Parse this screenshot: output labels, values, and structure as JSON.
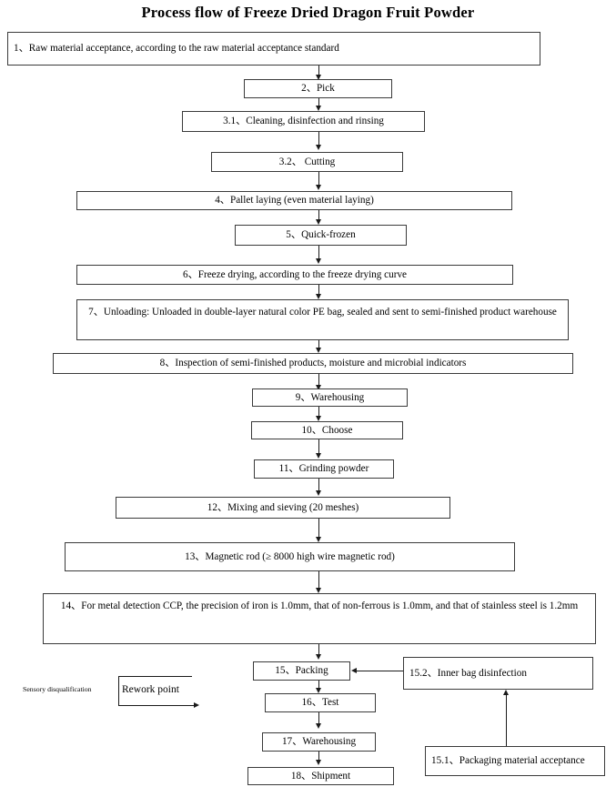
{
  "title": "Process flow of Freeze Dried Dragon Fruit Powder",
  "steps": [
    {
      "id": "step-1",
      "label": "1、Raw material acceptance, according to the raw material acceptance standard"
    },
    {
      "id": "step-2",
      "label": "2、Pick"
    },
    {
      "id": "step-3-1",
      "label": "3.1、Cleaning, disinfection and rinsing"
    },
    {
      "id": "step-3-2",
      "label": "3.2、 Cutting"
    },
    {
      "id": "step-4",
      "label": "4、Pallet laying (even material laying)"
    },
    {
      "id": "step-5",
      "label": "5、Quick-frozen"
    },
    {
      "id": "step-6",
      "label": "6、Freeze drying, according to the freeze drying curve"
    },
    {
      "id": "step-7",
      "label": "7、Unloading: Unloaded in double-layer natural color PE bag, sealed and sent to semi-finished product warehouse"
    },
    {
      "id": "step-8",
      "label": "8、Inspection of semi-finished products, moisture and microbial indicators"
    },
    {
      "id": "step-9",
      "label": "9、Warehousing"
    },
    {
      "id": "step-10",
      "label": "10、Choose"
    },
    {
      "id": "step-11",
      "label": "11、Grinding powder"
    },
    {
      "id": "step-12",
      "label": "12、Mixing and sieving (20 meshes)"
    },
    {
      "id": "step-13",
      "label": "13、Magnetic rod (≥ 8000 high wire magnetic rod)"
    },
    {
      "id": "step-14",
      "label": "14、For metal detection CCP, the precision of iron is 1.0mm, that of non-ferrous is 1.0mm, and that of stainless steel is 1.2mm"
    },
    {
      "id": "step-15",
      "label": "15、Packing"
    },
    {
      "id": "step-16",
      "label": "16、Test"
    },
    {
      "id": "step-17",
      "label": "17、Warehousing"
    },
    {
      "id": "step-18",
      "label": "18、Shipment"
    }
  ],
  "side_steps": [
    {
      "id": "step-15-2",
      "label": "15.2、Inner bag disinfection"
    },
    {
      "id": "step-15-1",
      "label": "15.1、Packaging material acceptance"
    }
  ],
  "legend": {
    "sensory_disqualification": "Sensory disqualification",
    "rework_point": "Rework point"
  },
  "chart_data": {
    "type": "diagram",
    "diagram_kind": "process-flowchart",
    "title": "Process flow of Freeze Dried Dragon Fruit Powder",
    "orientation": "top-to-bottom",
    "nodes": [
      "1、Raw material acceptance, according to the raw material acceptance standard",
      "2、Pick",
      "3.1、Cleaning, disinfection and rinsing",
      "3.2、 Cutting",
      "4、Pallet laying (even material laying)",
      "5、Quick-frozen",
      "6、Freeze drying, according to the freeze drying curve",
      "7、Unloading: Unloaded in double-layer natural color PE bag, sealed and sent to semi-finished product warehouse",
      "8、Inspection of semi-finished products, moisture and microbial indicators",
      "9、Warehousing",
      "10、Choose",
      "11、Grinding powder",
      "12、Mixing and sieving (20 meshes)",
      "13、Magnetic rod (≥ 8000 high wire magnetic rod)",
      "14、For metal detection CCP, the precision of iron is 1.0mm, that of non-ferrous is 1.0mm, and that of stainless steel is 1.2mm",
      "15、Packing",
      "16、Test",
      "17、Warehousing",
      "18、Shipment",
      "15.2、Inner bag disinfection",
      "15.1、Packaging material acceptance"
    ],
    "edges": [
      {
        "from": "1、Raw material acceptance, according to the raw material acceptance standard",
        "to": "2、Pick"
      },
      {
        "from": "2、Pick",
        "to": "3.1、Cleaning, disinfection and rinsing"
      },
      {
        "from": "3.1、Cleaning, disinfection and rinsing",
        "to": "3.2、 Cutting"
      },
      {
        "from": "3.2、 Cutting",
        "to": "4、Pallet laying (even material laying)"
      },
      {
        "from": "4、Pallet laying (even material laying)",
        "to": "5、Quick-frozen"
      },
      {
        "from": "5、Quick-frozen",
        "to": "6、Freeze drying, according to the freeze drying curve"
      },
      {
        "from": "6、Freeze drying, according to the freeze drying curve",
        "to": "7、Unloading: Unloaded in double-layer natural color PE bag, sealed and sent to semi-finished product warehouse"
      },
      {
        "from": "7、Unloading: Unloaded in double-layer natural color PE bag, sealed and sent to semi-finished product warehouse",
        "to": "8、Inspection of semi-finished products, moisture and microbial indicators"
      },
      {
        "from": "8、Inspection of semi-finished products, moisture and microbial indicators",
        "to": "9、Warehousing"
      },
      {
        "from": "9、Warehousing",
        "to": "10、Choose"
      },
      {
        "from": "10、Choose",
        "to": "11、Grinding powder"
      },
      {
        "from": "11、Grinding powder",
        "to": "12、Mixing and sieving (20 meshes)"
      },
      {
        "from": "12、Mixing and sieving (20 meshes)",
        "to": "13、Magnetic rod (≥ 8000 high wire magnetic rod)"
      },
      {
        "from": "13、Magnetic rod (≥ 8000 high wire magnetic rod)",
        "to": "14、For metal detection CCP, the precision of iron is 1.0mm, that of non-ferrous is 1.0mm, and that of stainless steel is 1.2mm"
      },
      {
        "from": "14、For metal detection CCP, the precision of iron is 1.0mm, that of non-ferrous is 1.0mm, and that of stainless steel is 1.2mm",
        "to": "15、Packing"
      },
      {
        "from": "15、Packing",
        "to": "16、Test"
      },
      {
        "from": "16、Test",
        "to": "17、Warehousing"
      },
      {
        "from": "17、Warehousing",
        "to": "18、Shipment"
      },
      {
        "from": "15.2、Inner bag disinfection",
        "to": "15、Packing"
      },
      {
        "from": "15.1、Packaging material acceptance",
        "to": "15.2、Inner bag disinfection"
      }
    ],
    "legend": [
      "Sensory disqualification",
      "Rework point"
    ]
  }
}
